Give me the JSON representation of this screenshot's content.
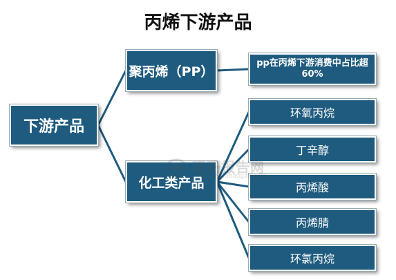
{
  "title": "丙烯下游产品",
  "nodes": {
    "root": "下游产品",
    "pp": "聚丙烯（PP）",
    "pp_note": "pp在丙烯下游消费中占比超60%",
    "chem": "化工类产品",
    "chem_children": [
      "环氧丙烷",
      "丁辛醇",
      "丙烯酸",
      "丙烯腈",
      "环氯丙烷"
    ]
  },
  "watermark": {
    "cn": "观研报告网",
    "en": "www.chinabaogao.com"
  },
  "colors": {
    "node_fill": "#1e5b7e",
    "connector": "#1e5b7e"
  }
}
